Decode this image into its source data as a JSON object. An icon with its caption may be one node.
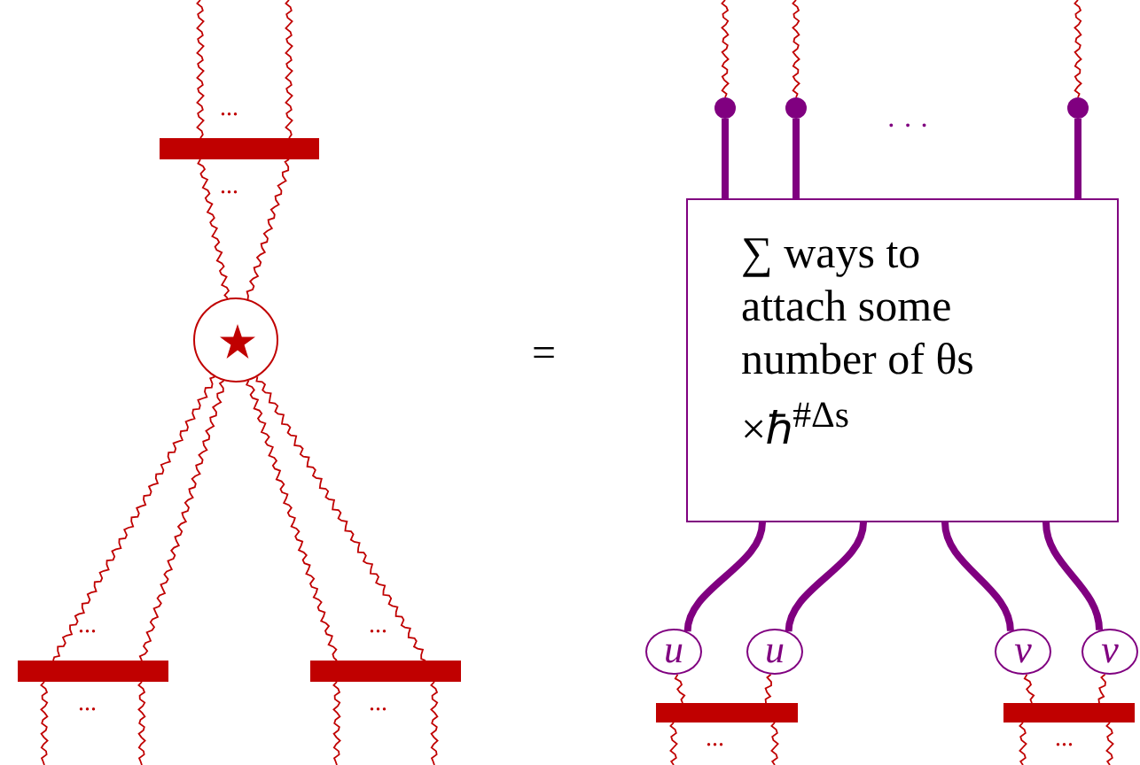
{
  "diagram": {
    "nodes": [
      {
        "text": [],
        "shape": "bar"
      },
      {
        "text": [],
        "shape": "circle"
      },
      {
        "text": [],
        "shape": "bar"
      },
      {
        "text": [],
        "shape": "bar"
      },
      {
        "text": [
          "∑ ways to attach some number of θs ×ℏ$^{#Δs}$"
        ]
      },
      {
        "text": [],
        "shape": "circle"
      },
      {
        "text": [],
        "shape": "circle"
      },
      {
        "text": [],
        "shape": "circle"
      },
      {
        "text": [
          "u"
        ]
      },
      {
        "text": [
          "u"
        ]
      },
      {
        "text": [
          "v"
        ]
      },
      {
        "text": [
          "v"
        ]
      },
      {
        "text": [],
        "shape": "bar"
      },
      {
        "text": [],
        "shape": "bar"
      }
    ],
    "edges": [
      {
        "from": null,
        "to": 0,
        "arrow": "none"
      },
      {
        "from": null,
        "to": 0,
        "arrow": "none"
      },
      {
        "from": 0,
        "to": 1,
        "arrow": "none"
      },
      {
        "from": 0,
        "to": 1,
        "arrow": "none"
      },
      {
        "from": 1,
        "to": 2,
        "arrow": "none"
      },
      {
        "from": 1,
        "to": 2,
        "arrow": "none"
      },
      {
        "from": 1,
        "to": 3,
        "arrow": "none"
      },
      {
        "from": 1,
        "to": 3,
        "arrow": "none"
      },
      {
        "from": 2,
        "to": null,
        "arrow": "none"
      },
      {
        "from": 2,
        "to": null,
        "arrow": "none"
      },
      {
        "from": 3,
        "to": null,
        "arrow": "none"
      },
      {
        "from": 3,
        "to": null,
        "arrow": "none"
      },
      {
        "from": null,
        "to": 5,
        "arrow": "none"
      },
      {
        "from": null,
        "to": 6,
        "arrow": "none"
      },
      {
        "from": null,
        "to": 7,
        "arrow": "none"
      },
      {
        "from": 5,
        "to": 4,
        "arrow": "none",
        "style": "thick",
        "color": "#800080"
      },
      {
        "from": 6,
        "to": 4,
        "arrow": "none",
        "style": "thick",
        "color": "#800080"
      },
      {
        "from": 7,
        "to": 4,
        "arrow": "none",
        "style": "thick",
        "color": "#800080"
      },
      {
        "from": 4,
        "to": 8,
        "arrow": "none",
        "style": "thick",
        "color": "#800080"
      },
      {
        "from": 4,
        "to": 9,
        "arrow": "none",
        "style": "thick",
        "color": "#800080"
      },
      {
        "from": 4,
        "to": 10,
        "arrow": "none",
        "style": "thick",
        "color": "#800080"
      },
      {
        "from": 4,
        "to": 11,
        "arrow": "none",
        "style": "thick",
        "color": "#800080"
      },
      {
        "from": 8,
        "to": 12,
        "arrow": "none"
      },
      {
        "from": 9,
        "to": 12,
        "arrow": "none"
      },
      {
        "from": 10,
        "to": 13,
        "arrow": "none"
      },
      {
        "from": 11,
        "to": 13,
        "arrow": "none"
      },
      {
        "from": 12,
        "to": null,
        "arrow": "none"
      },
      {
        "from": 12,
        "to": null,
        "arrow": "none"
      },
      {
        "from": 13,
        "to": null,
        "arrow": "none"
      },
      {
        "from": 13,
        "to": null,
        "arrow": "none"
      }
    ],
    "labels": [
      "...",
      "· · ·",
      "...",
      "=",
      "...",
      "...",
      "...",
      "...",
      "...",
      "..."
    ]
  }
}
